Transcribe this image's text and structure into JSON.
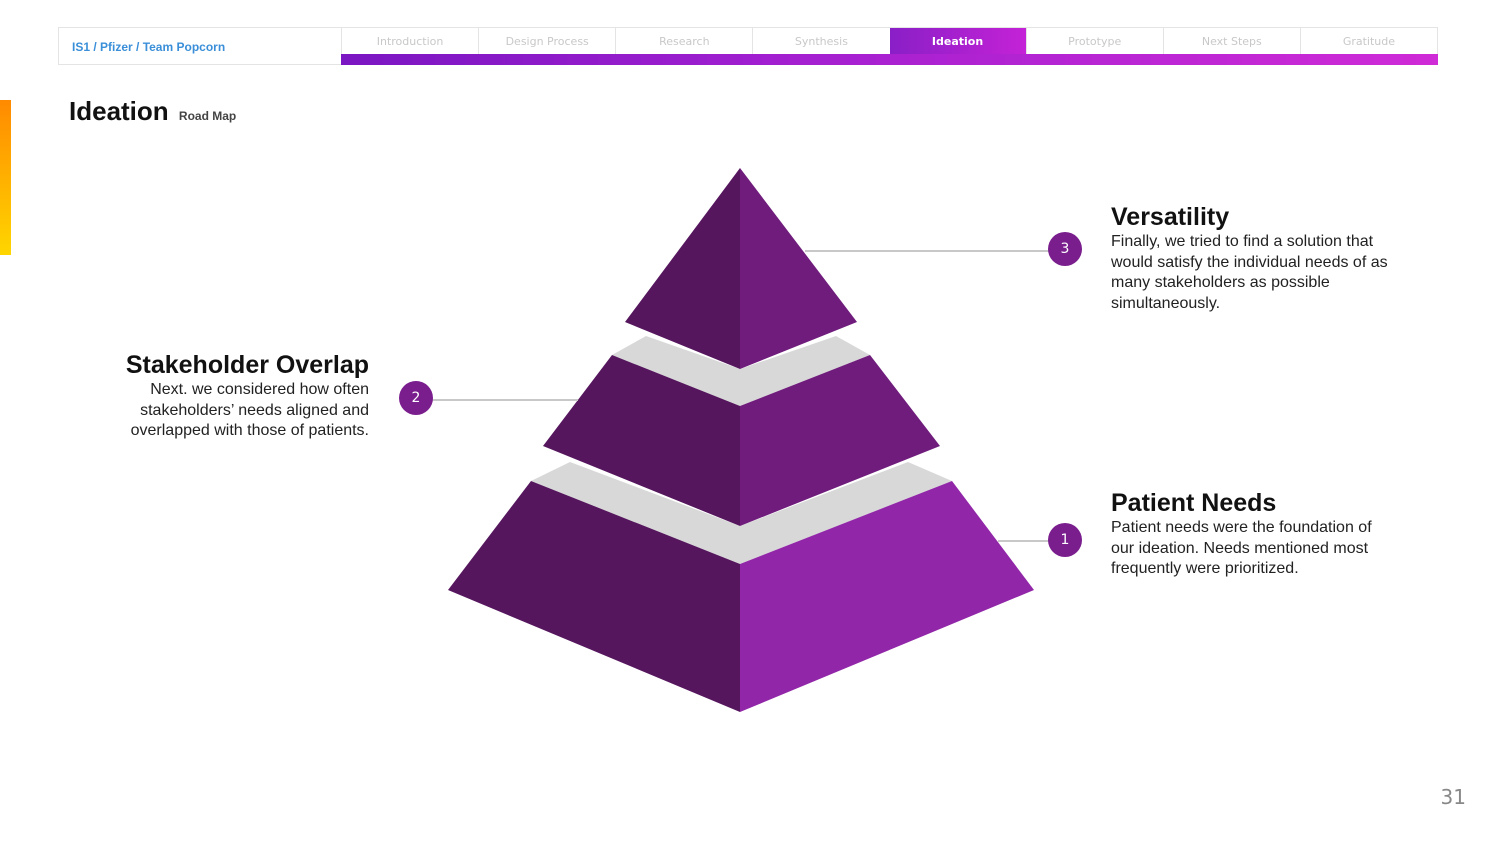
{
  "header": {
    "breadcrumb": "IS1 / Pfizer / Team Popcorn",
    "tabs": [
      {
        "label": "Introduction",
        "active": false
      },
      {
        "label": "Design Process",
        "active": false
      },
      {
        "label": "Research",
        "active": false
      },
      {
        "label": "Synthesis",
        "active": false
      },
      {
        "label": "Ideation",
        "active": true
      },
      {
        "label": "Prototype",
        "active": false
      },
      {
        "label": "Next Steps",
        "active": false
      },
      {
        "label": "Gratitude",
        "active": false
      }
    ]
  },
  "page": {
    "title": "Ideation",
    "subtitle": "Road Map",
    "number": "31"
  },
  "levels": [
    {
      "number": "3",
      "title": "Versatility",
      "text": "Finally, we tried to find a solution that would satisfy the individual needs of as many stakeholders as possible simultaneously."
    },
    {
      "number": "2",
      "title": "Stakeholder Overlap",
      "text": "Next. we considered how often stakeholders’ needs aligned and overlapped with those of patients."
    },
    {
      "number": "1",
      "title": "Patient Needs",
      "text": "Patient needs were the foundation of our ideation. Needs mentioned most frequently were prioritized."
    }
  ],
  "colors": {
    "accent": "#8a1fc7",
    "marker": "#7a1e8e",
    "pyramid_dark": "#55165e",
    "pyramid_mid": "#6f1c7c",
    "pyramid_light": "#9126a8",
    "band": "#d8d8d8"
  }
}
